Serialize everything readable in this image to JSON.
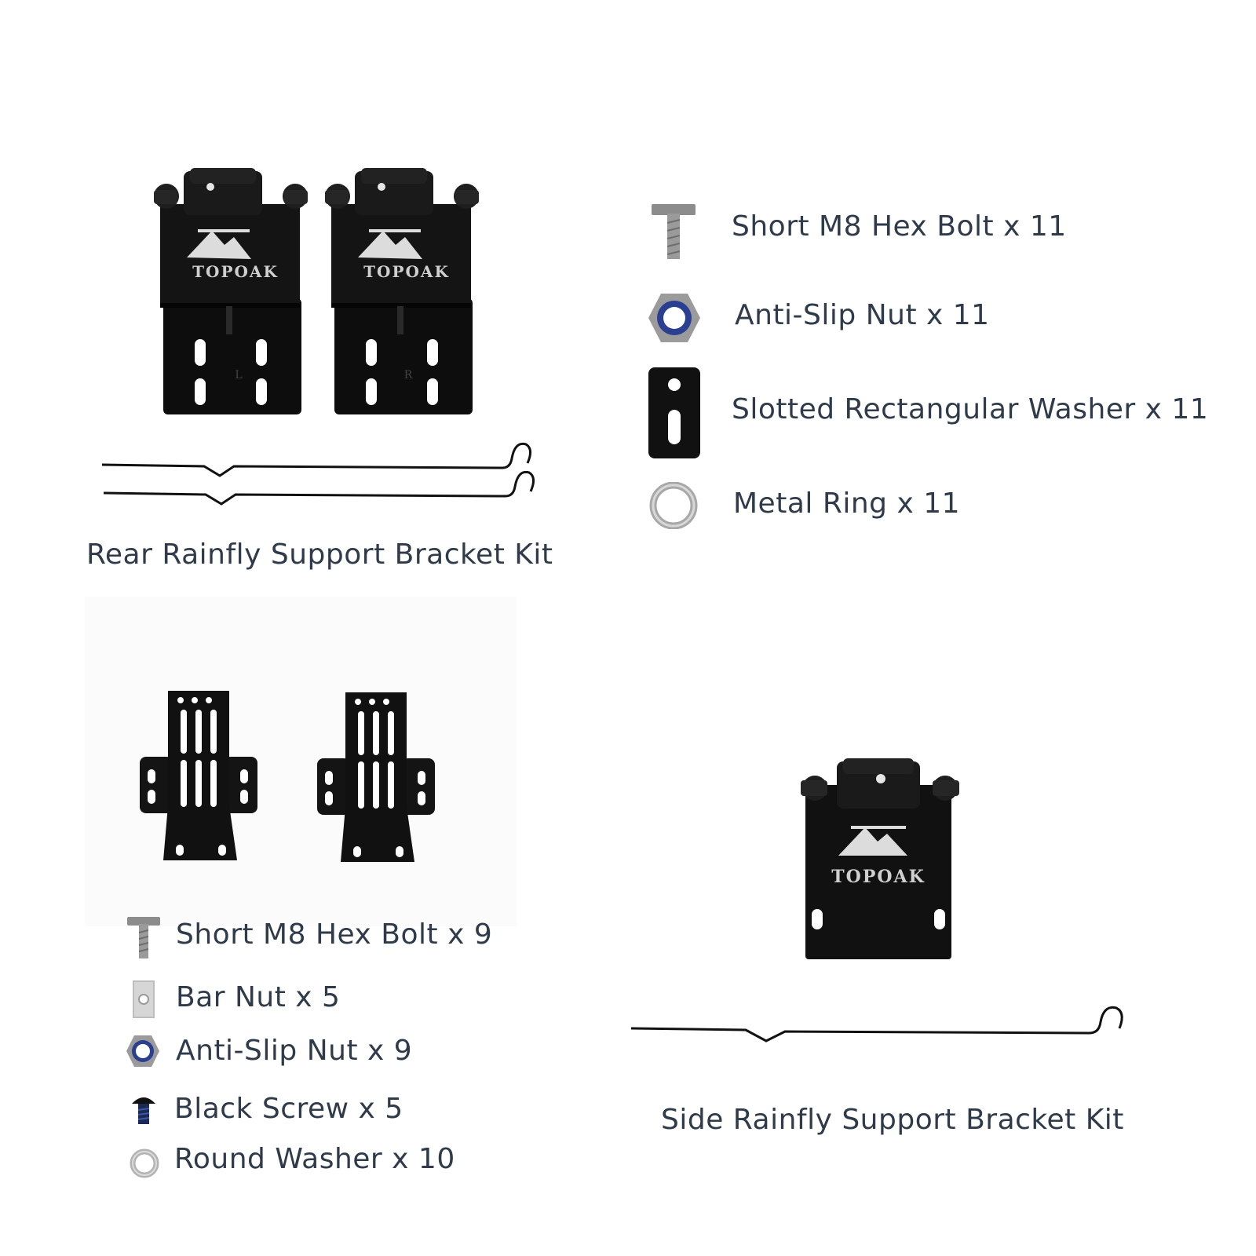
{
  "rear_kit": {
    "title": "Rear Rainfly Support Bracket Kit",
    "brand": "TOPOAK",
    "bracket_marks": [
      "L",
      "R"
    ],
    "parts": [
      {
        "label": "Short M8 Hex Bolt x 11",
        "icon": "hex-bolt-icon"
      },
      {
        "label": "Anti-Slip Nut x 11",
        "icon": "anti-slip-nut-icon"
      },
      {
        "label": "Slotted Rectangular Washer x 11",
        "icon": "slotted-washer-icon"
      },
      {
        "label": "Metal Ring x 11",
        "icon": "metal-ring-icon"
      }
    ]
  },
  "middle_kit": {
    "parts": [
      {
        "label": "Short M8 Hex Bolt x 9",
        "icon": "hex-bolt-icon"
      },
      {
        "label": "Bar Nut x 5",
        "icon": "bar-nut-icon"
      },
      {
        "label": "Anti-Slip Nut x 9",
        "icon": "anti-slip-nut-icon"
      },
      {
        "label": "Black Screw x 5",
        "icon": "black-screw-icon"
      },
      {
        "label": "Round Washer x 10",
        "icon": "round-washer-icon"
      }
    ]
  },
  "side_kit": {
    "title": "Side Rainfly Support Bracket Kit",
    "brand": "TOPOAK"
  },
  "colors": {
    "text": "#2f3b4a",
    "metal_black": "#111111",
    "nut_blue": "#2a3f8f",
    "steel": "#a8a8a8"
  }
}
